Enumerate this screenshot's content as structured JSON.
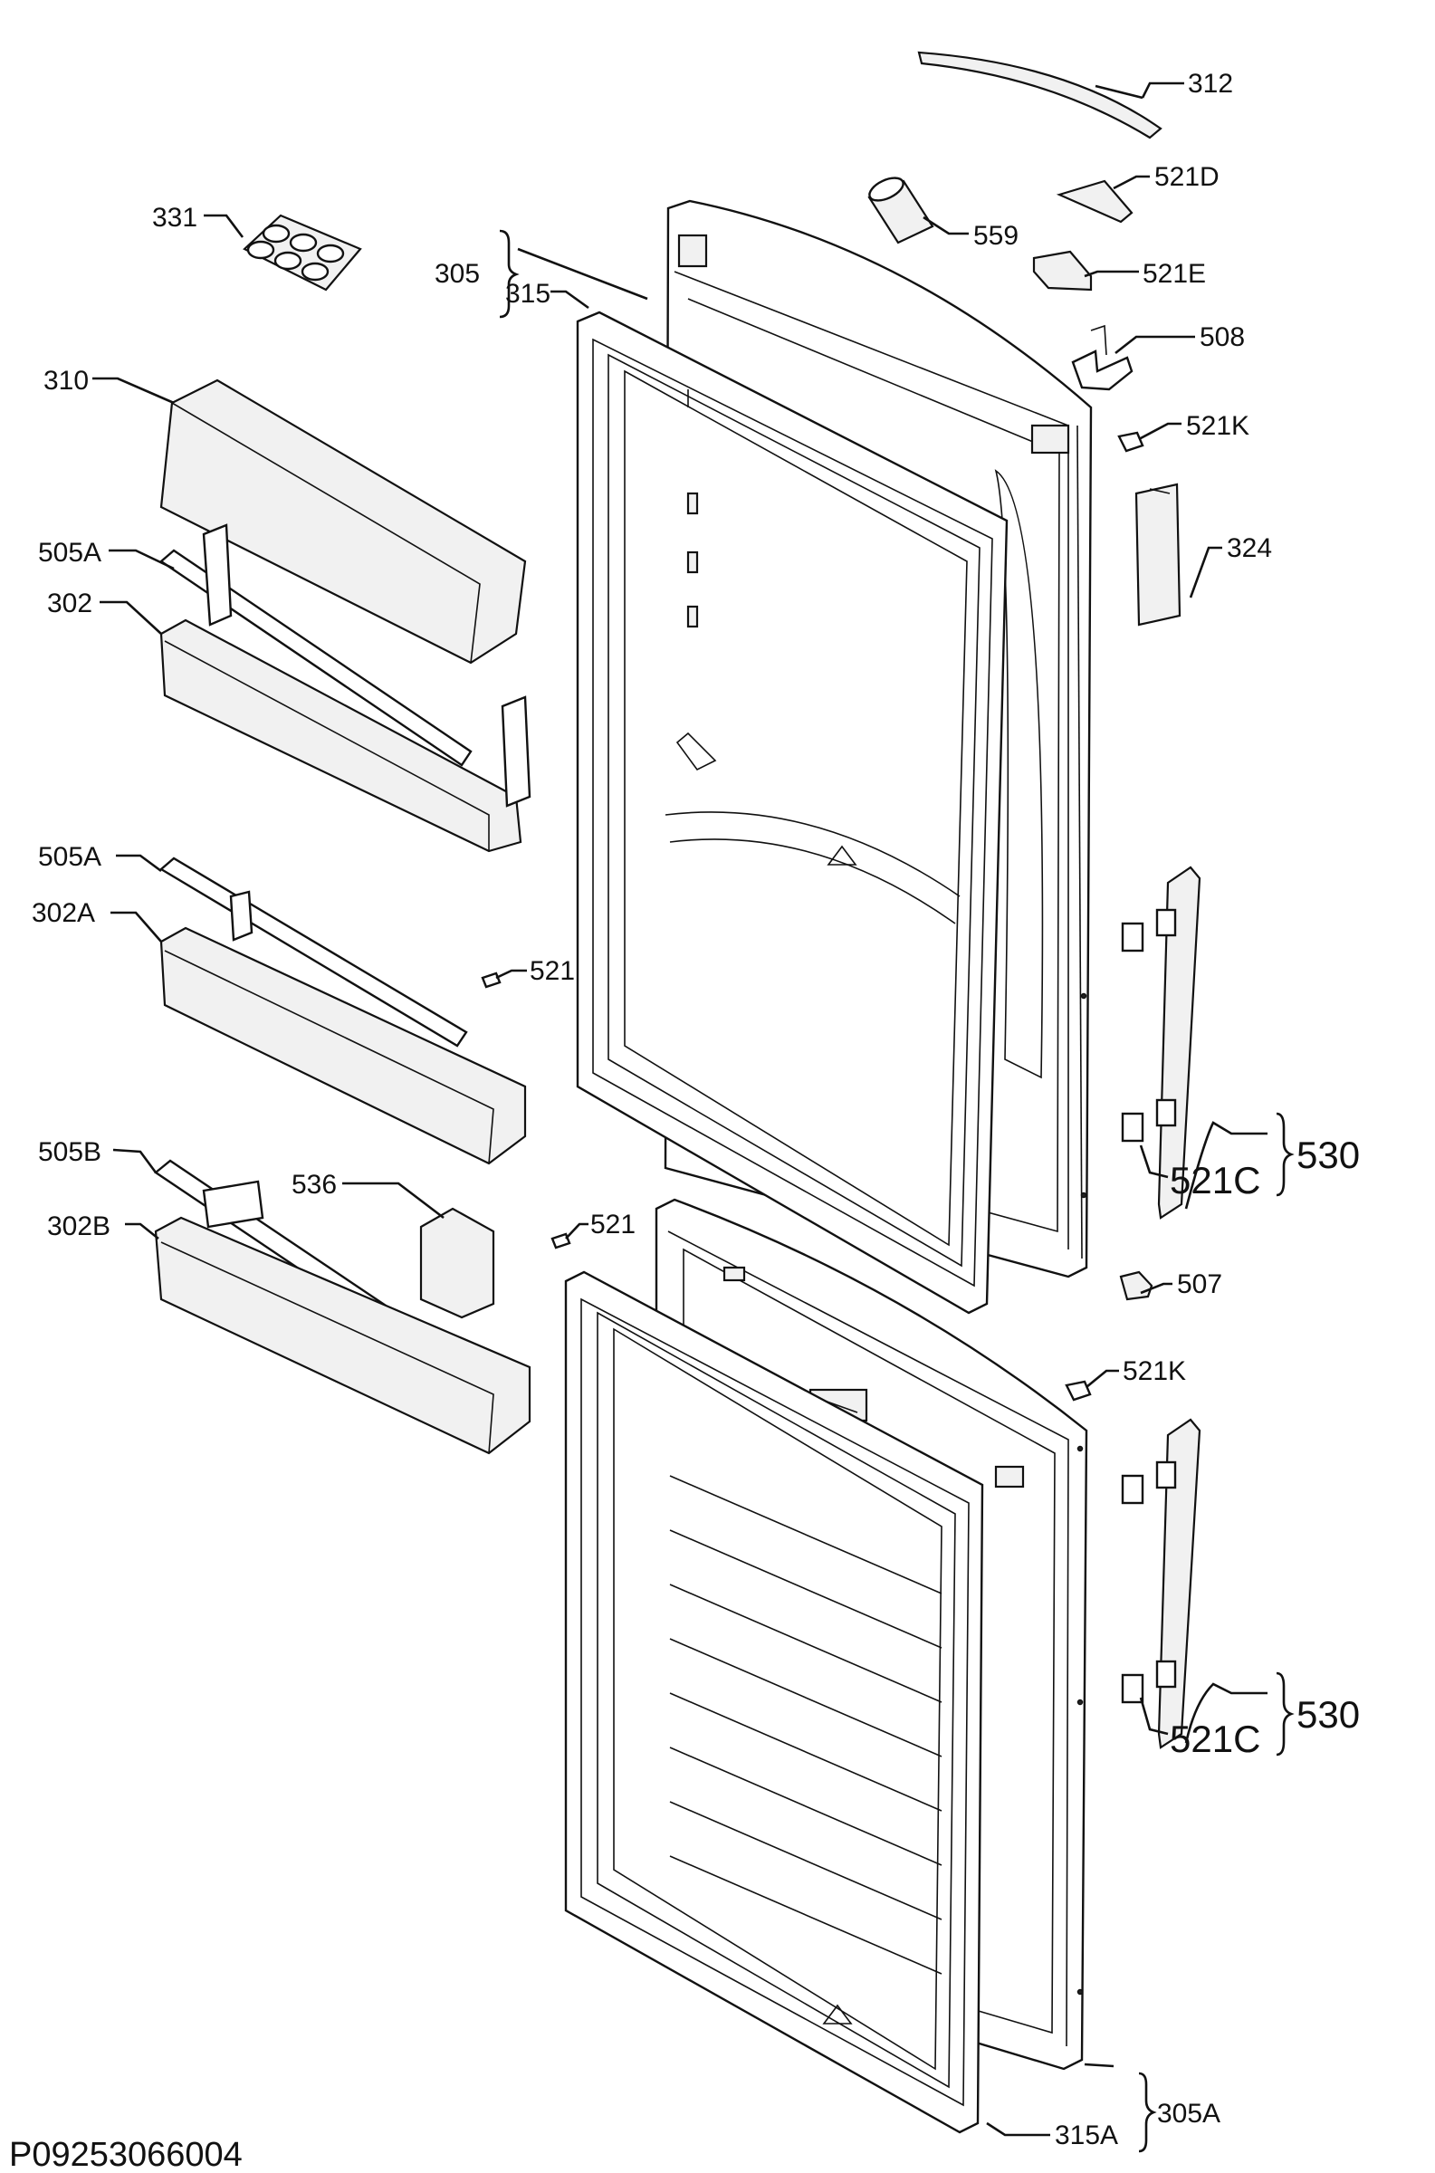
{
  "drawing_code": "P09253066004",
  "callouts": {
    "c312": "312",
    "c521d": "521D",
    "c331": "331",
    "c559": "559",
    "c305": "305",
    "c315": "315",
    "c521e": "521E",
    "c310": "310",
    "c508": "508",
    "c521k_top": "521K",
    "c505a_1": "505A",
    "c324": "324",
    "c302": "302",
    "c505a_2": "505A",
    "c302a": "302A",
    "c521_1": "521",
    "c505b": "505B",
    "c536": "536",
    "c521c_top": "521C",
    "c530_top": "530",
    "c302b": "302B",
    "c521_2": "521",
    "c507": "507",
    "c521k_bot": "521K",
    "c521c_bot": "521C",
    "c530_bot": "530",
    "c315a": "315A",
    "c305a": "305A"
  }
}
